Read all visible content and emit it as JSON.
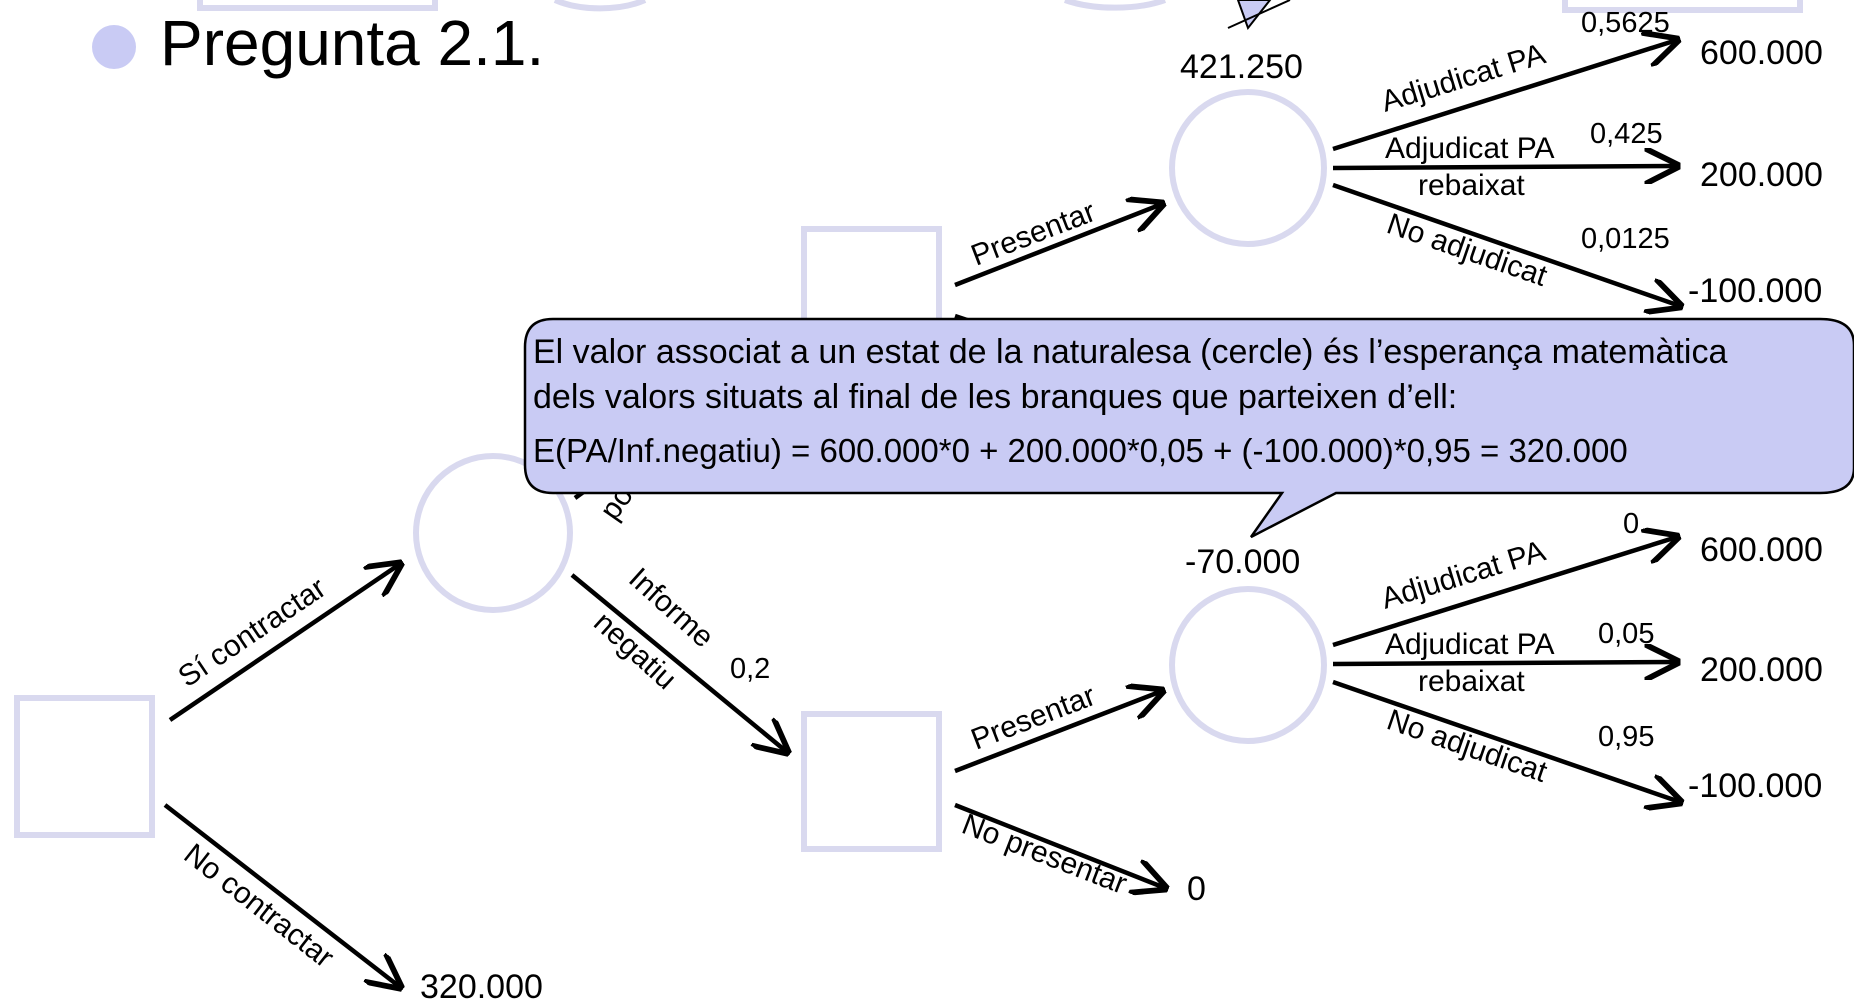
{
  "slide_title": "Pregunta 2.1.",
  "callout": {
    "line1": "El valor associat a un estat de la naturalesa (cercle) és l’esperança matemàtica",
    "line2": "dels valors situats al final de les branques que parteixen d’ell:",
    "formula": "E(PA/Inf.negatiu) = 600.000*0 + 200.000*0,05 + (-100.000)*0,95 =  320.000"
  },
  "colors": {
    "node_stroke": "#d9d9ef",
    "callout_fill": "#c9cbf4",
    "bullet": "#c9cbf4"
  },
  "tree": {
    "root_branches": {
      "yes": "Sí contractar",
      "no": "No contractar",
      "no_value": "320.000"
    },
    "chance_informe": {
      "positive_partial": "po",
      "negative_label_1": "Informe",
      "negative_label_2": "negatiu",
      "negative_prob": "0,2"
    },
    "upper": {
      "decision_present": "Presentar",
      "chance_value": "421.250",
      "outcomes": [
        {
          "label": "Adjudicat PA",
          "prob": "0,5625",
          "value": "600.000"
        },
        {
          "label": "Adjudicat PA",
          "label2": "rebaixat",
          "prob": "0,425",
          "value": "200.000"
        },
        {
          "label": "No adjudicat",
          "prob": "0,0125",
          "value": "-100.000"
        }
      ]
    },
    "lower": {
      "decision_present": "Presentar",
      "decision_not_present": "No presentar",
      "not_present_value": "0",
      "chance_value": "-70.000",
      "outcomes": [
        {
          "label": "Adjudicat PA",
          "prob": "0",
          "value": "600.000"
        },
        {
          "label": "Adjudicat PA",
          "label2": "rebaixat",
          "prob": "0,05",
          "value": "200.000"
        },
        {
          "label": "No adjudicat",
          "prob": "0,95",
          "value": "-100.000"
        }
      ]
    }
  }
}
